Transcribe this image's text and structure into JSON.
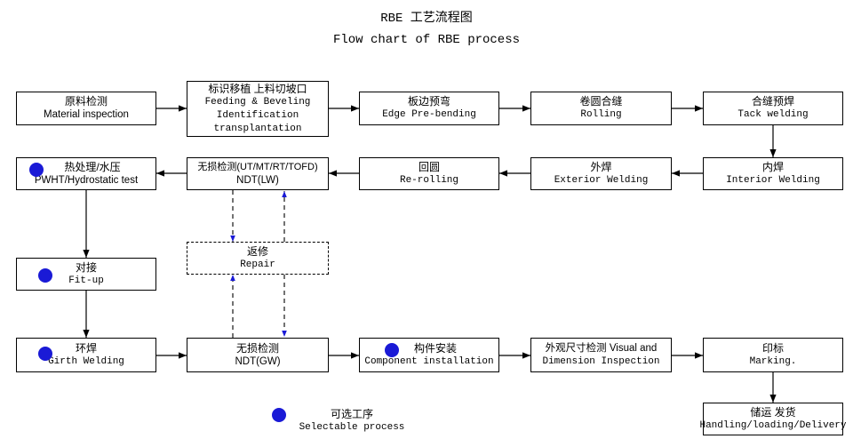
{
  "title": {
    "zh": "RBE 工艺流程图",
    "en": "Flow chart of RBE process"
  },
  "colors": {
    "selectable_dot": "#1a1ad6",
    "repair_arrow": "#1a1ad6",
    "line": "#000000"
  },
  "steps": {
    "material_inspection": {
      "zh": "原料检测",
      "en": "Material inspection"
    },
    "feeding": {
      "zh": "标识移植  上料切坡口",
      "en1": "Feeding & Beveling",
      "en2": "Identification",
      "en3": "transplantation"
    },
    "edge_prebending": {
      "zh": "板边预弯",
      "en": "Edge Pre-bending"
    },
    "rolling": {
      "zh": "卷圆合缝",
      "en": "Rolling"
    },
    "tack_welding": {
      "zh": "合缝预焊",
      "en": "Tack welding"
    },
    "interior_welding": {
      "zh": "内焊",
      "en": "Interior Welding"
    },
    "exterior_welding": {
      "zh": "外焊",
      "en": "Exterior Welding"
    },
    "re_rolling": {
      "zh": "回圆",
      "en": "Re-rolling"
    },
    "ndt_lw": {
      "zh": "无损检测(UT/MT/RT/TOFD)",
      "en": "NDT(LW)"
    },
    "pwht": {
      "zh": "热处理/水压",
      "en": "PWHT/Hydrostatic test"
    },
    "repair": {
      "zh": "返修",
      "en": "Repair"
    },
    "fit_up": {
      "zh": "对接",
      "en": "Fit-up"
    },
    "girth_welding": {
      "zh": "环焊",
      "en": "Girth Welding"
    },
    "ndt_gw": {
      "zh": "无损检测",
      "en": "NDT(GW)"
    },
    "component_installation": {
      "zh": "构件安装",
      "en": "Component installation"
    },
    "visual_inspection": {
      "zh": "外观尺寸检测 Visual and",
      "en": "Dimension Inspection"
    },
    "marking": {
      "zh": "印标",
      "en": "Marking."
    },
    "delivery": {
      "zh": "储运 发货",
      "en": "Handling/loading/Delivery"
    }
  },
  "legend": {
    "zh": "可选工序",
    "en": "Selectable process"
  }
}
